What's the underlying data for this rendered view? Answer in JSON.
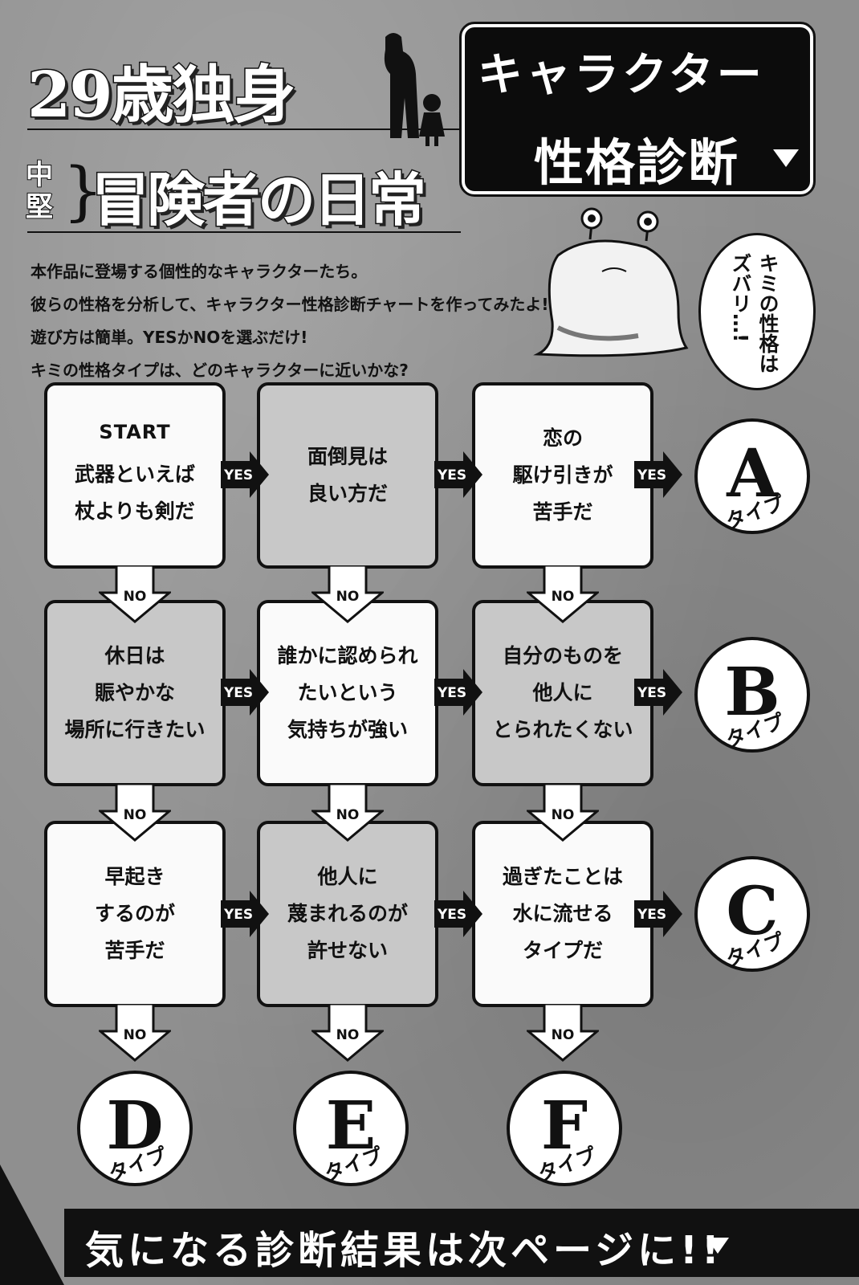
{
  "title": {
    "line1": "29歳独身",
    "line2_prefix": "中堅",
    "line2": "冒険者の日常"
  },
  "header": {
    "top": "キャラクター",
    "bottom": "性格診断"
  },
  "intro": [
    "本作品に登場する個性的なキャラクターたち。",
    "彼らの性格を分析して、キャラクター性格診断チャートを作ってみたよ!",
    "遊び方は簡単。YESかNOを選ぶだけ!",
    "キミの性格タイプは、どのキャラクターに近いかな?"
  ],
  "bubble": [
    "キミの性格は",
    "ズバリ…!"
  ],
  "start_label": "START",
  "yes_label": "YES",
  "no_label": "NO",
  "type_label": "タイプ",
  "boxes": [
    {
      "lines": [
        "武器といえば",
        "杖よりも剣だ"
      ],
      "shade": "white",
      "start": true
    },
    {
      "lines": [
        "面倒見は",
        "良い方だ"
      ],
      "shade": "gray"
    },
    {
      "lines": [
        "恋の",
        "駆け引きが",
        "苦手だ"
      ],
      "shade": "white"
    },
    {
      "lines": [
        "休日は",
        "賑やかな",
        "場所に行きたい"
      ],
      "shade": "gray"
    },
    {
      "lines": [
        "誰かに認められ",
        "たいという",
        "気持ちが強い"
      ],
      "shade": "white"
    },
    {
      "lines": [
        "自分のものを",
        "他人に",
        "とられたくない"
      ],
      "shade": "gray"
    },
    {
      "lines": [
        "早起き",
        "するのが",
        "苦手だ"
      ],
      "shade": "white"
    },
    {
      "lines": [
        "他人に",
        "蔑まれるのが",
        "許せない"
      ],
      "shade": "gray"
    },
    {
      "lines": [
        "過ぎたことは",
        "水に流せる",
        "タイプだ"
      ],
      "shade": "white"
    }
  ],
  "results": [
    "A",
    "B",
    "C",
    "D",
    "E",
    "F"
  ],
  "footer": "気になる診断結果は次ページに!!"
}
